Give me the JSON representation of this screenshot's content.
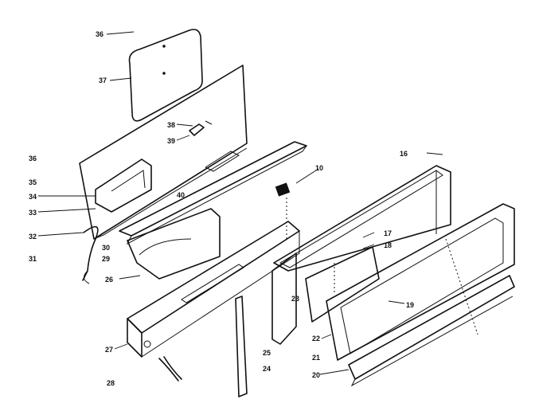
{
  "callouts": {
    "c16_top": "36",
    "c37": "37",
    "c38a": "38",
    "c39": "39",
    "c36_left": "36",
    "c35": "35",
    "c34": "34",
    "c33": "33",
    "c40": "40",
    "c32": "32",
    "c31": "31",
    "c30": "30",
    "c29": "29",
    "c26": "26",
    "c27": "27",
    "c28": "28",
    "c10": "10",
    "c16": "16",
    "c17": "17",
    "c18": "18",
    "c19": "19",
    "c23": "23",
    "c25": "25",
    "c24": "24",
    "c22": "22",
    "c21": "21",
    "c20": "20"
  }
}
